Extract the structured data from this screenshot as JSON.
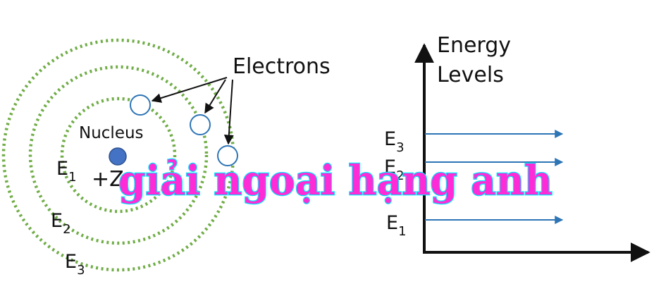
{
  "atom": {
    "nucleus_label": "Nucleus",
    "nucleus_charge": "+Z",
    "shell_labels": [
      {
        "base": "E",
        "sub": "1"
      },
      {
        "base": "E",
        "sub": "2"
      },
      {
        "base": "E",
        "sub": "3"
      }
    ],
    "electrons_label": "Electrons"
  },
  "energy_chart": {
    "title_line1": "Energy",
    "title_line2": "Levels",
    "level_labels": [
      {
        "base": "E",
        "sub": "3"
      },
      {
        "base": "E",
        "sub": "2"
      },
      {
        "base": "E",
        "sub": "1"
      }
    ]
  },
  "watermark": {
    "text": "giải ngoại hạng anh"
  },
  "colors": {
    "shell": "#70ad47",
    "nucleus": "#4472c4",
    "electron_stroke": "#2e75b6",
    "level_arrow": "#2e75b6",
    "text": "#111111"
  }
}
